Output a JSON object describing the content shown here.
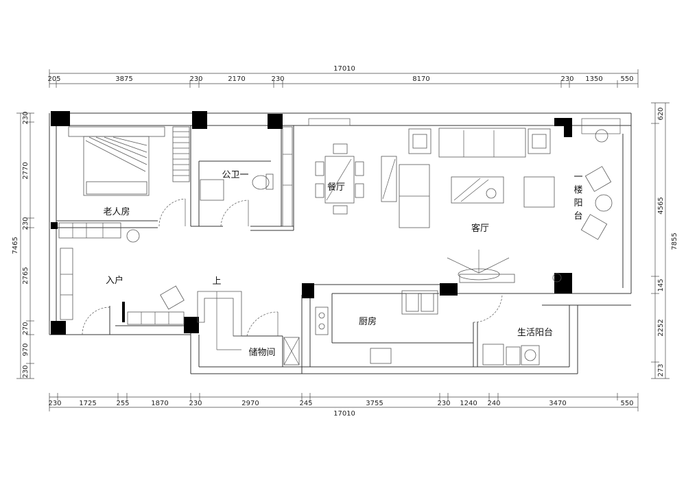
{
  "dimensions": {
    "top_total": "17010",
    "top": [
      "205",
      "3875",
      "230",
      "2170",
      "230",
      "8170",
      "230",
      "1350",
      "550"
    ],
    "bottom_total": "17010",
    "bottom": [
      "230",
      "1725",
      "255",
      "1870",
      "230",
      "2970",
      "245",
      "3755",
      "230",
      "1240",
      "240",
      "3470",
      "550"
    ],
    "left_total": "7465",
    "left": [
      "230",
      "2770",
      "230",
      "2765",
      "270",
      "970",
      "230"
    ],
    "right_total": "7855",
    "right": [
      "620",
      "4565",
      "145",
      "2252",
      "273"
    ]
  },
  "rooms": {
    "elder_room": "老人房",
    "public_wc": "公卫一",
    "dining": "餐厅",
    "living": "客厅",
    "balcony_1": "一",
    "balcony_2": "楼",
    "balcony_3": "阳",
    "balcony_4": "台",
    "entrance": "入户",
    "stair_up": "上",
    "kitchen": "厨房",
    "storage": "储物间",
    "utility_balcony": "生活阳台"
  }
}
